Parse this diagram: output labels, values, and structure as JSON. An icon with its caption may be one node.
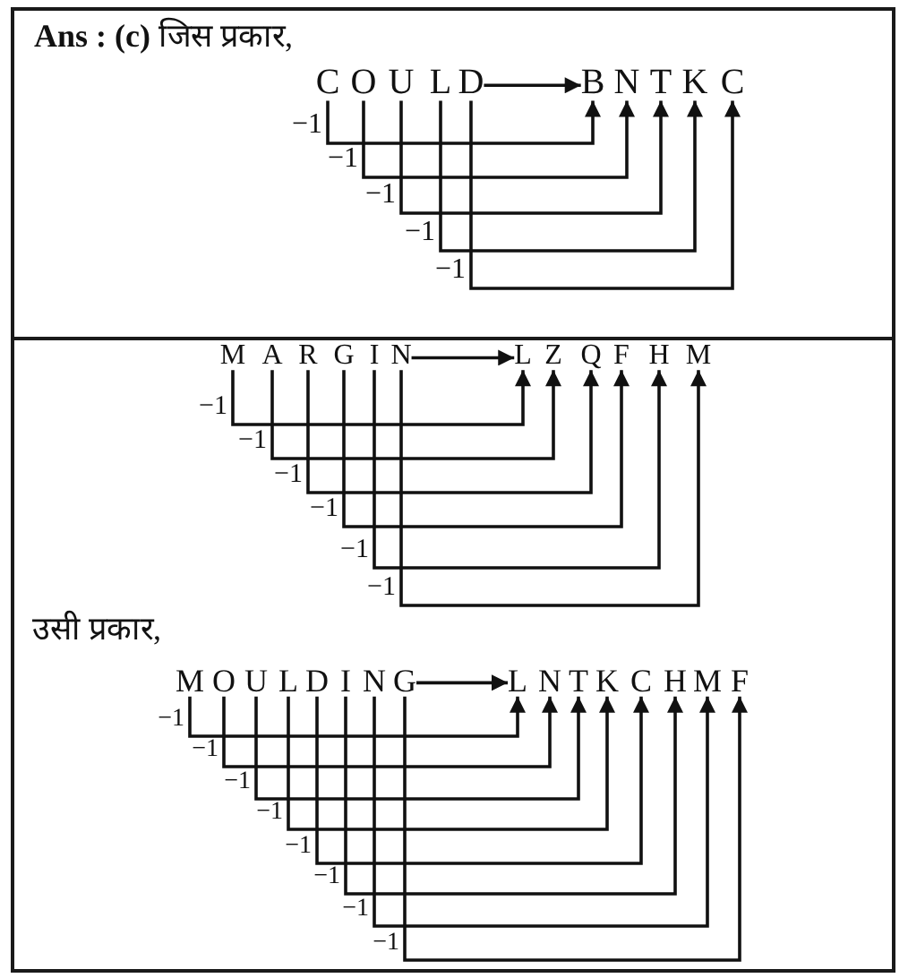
{
  "diagram": {
    "nodes": [
      {
        "text": [
          "**Ans : (c)** जिस प्रकार,"
        ]
      },
      {
        "text": [
          "C"
        ],
        "in": 0
      },
      {
        "text": [
          "O"
        ],
        "in": 0
      },
      {
        "text": [
          "U"
        ],
        "in": 0
      },
      {
        "text": [
          "L"
        ],
        "in": 0
      },
      {
        "text": [
          "D"
        ],
        "in": 0
      },
      {
        "text": [
          "B"
        ],
        "in": 0
      },
      {
        "text": [
          "N"
        ],
        "in": 0
      },
      {
        "text": [
          "T"
        ],
        "in": 0
      },
      {
        "text": [
          "K"
        ],
        "in": 0
      },
      {
        "text": [
          "C"
        ],
        "in": 0
      },
      {
        "text": [
          "उसी प्रकार,"
        ]
      },
      {
        "text": [
          "M"
        ],
        "in": 11
      },
      {
        "text": [
          "A"
        ],
        "in": 11
      },
      {
        "text": [
          "R"
        ],
        "in": 11
      },
      {
        "text": [
          "G"
        ],
        "in": 11
      },
      {
        "text": [
          "I"
        ],
        "in": 11
      },
      {
        "text": [
          "N"
        ],
        "in": 11
      },
      {
        "text": [
          "L"
        ],
        "in": 11
      },
      {
        "text": [
          "Z"
        ],
        "in": 11
      },
      {
        "text": [
          "Q"
        ],
        "in": 11
      },
      {
        "text": [
          "F"
        ],
        "in": 11
      },
      {
        "text": [
          "H"
        ],
        "in": 11
      },
      {
        "text": [
          "M"
        ],
        "in": 11
      },
      {
        "text": [
          "M"
        ],
        "in": 11
      },
      {
        "text": [
          "O"
        ],
        "in": 11
      },
      {
        "text": [
          "U"
        ],
        "in": 11
      },
      {
        "text": [
          "L"
        ],
        "in": 11
      },
      {
        "text": [
          "D"
        ],
        "in": 11
      },
      {
        "text": [
          "I"
        ],
        "in": 11
      },
      {
        "text": [
          "N"
        ],
        "in": 11
      },
      {
        "text": [
          "G"
        ],
        "in": 11
      },
      {
        "text": [
          "L"
        ],
        "in": 11
      },
      {
        "text": [
          "N"
        ],
        "in": 11
      },
      {
        "text": [
          "T"
        ],
        "in": 11
      },
      {
        "text": [
          "K"
        ],
        "in": 11
      },
      {
        "text": [
          "C"
        ],
        "in": 11
      },
      {
        "text": [
          "H"
        ],
        "in": 11
      },
      {
        "text": [
          "M"
        ],
        "in": 11
      },
      {
        "text": [
          "F"
        ],
        "in": 11
      }
    ],
    "edges": [
      {
        "from": 5,
        "to": 6,
        "arrow": "to"
      },
      {
        "from": 1,
        "to": 6,
        "arrow": "to",
        "label": "−1"
      },
      {
        "from": 2,
        "to": 7,
        "arrow": "to",
        "label": "−1"
      },
      {
        "from": 3,
        "to": 8,
        "arrow": "to",
        "label": "−1"
      },
      {
        "from": 4,
        "to": 9,
        "arrow": "to",
        "label": "−1"
      },
      {
        "from": 5,
        "to": 10,
        "arrow": "to",
        "label": "−1"
      },
      {
        "from": 17,
        "to": 18,
        "arrow": "to"
      },
      {
        "from": 12,
        "to": 18,
        "arrow": "to",
        "label": "−1"
      },
      {
        "from": 13,
        "to": 19,
        "arrow": "to",
        "label": "−1"
      },
      {
        "from": 14,
        "to": 20,
        "arrow": "to",
        "label": "−1"
      },
      {
        "from": 15,
        "to": 21,
        "arrow": "to",
        "label": "−1"
      },
      {
        "from": 16,
        "to": 22,
        "arrow": "to",
        "label": "−1"
      },
      {
        "from": 17,
        "to": 23,
        "arrow": "to",
        "label": "−1"
      },
      {
        "from": 31,
        "to": 32,
        "arrow": "to"
      },
      {
        "from": 24,
        "to": 32,
        "arrow": "to",
        "label": "−1"
      },
      {
        "from": 25,
        "to": 33,
        "arrow": "to",
        "label": "−1"
      },
      {
        "from": 26,
        "to": 34,
        "arrow": "to",
        "label": "−1"
      },
      {
        "from": 27,
        "to": 35,
        "arrow": "to",
        "label": "−1"
      },
      {
        "from": 28,
        "to": 36,
        "arrow": "to",
        "label": "−1"
      },
      {
        "from": 29,
        "to": 37,
        "arrow": "to",
        "label": "−1"
      },
      {
        "from": 30,
        "to": 38,
        "arrow": "to",
        "label": "−1"
      },
      {
        "from": 31,
        "to": 39,
        "arrow": "to",
        "label": "−1"
      }
    ]
  }
}
